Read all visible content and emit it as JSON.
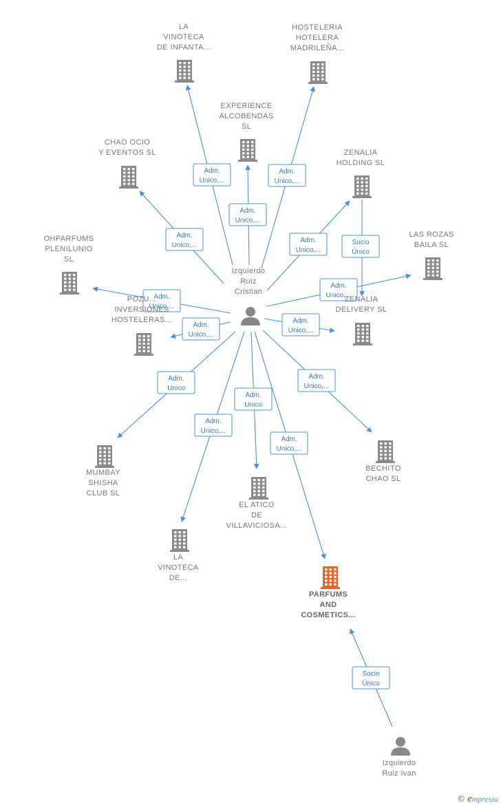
{
  "colors": {
    "edge": "#4a8fd9",
    "node": "#777777",
    "highlight": "#e8652a"
  },
  "nodes": [
    {
      "id": "izquierdo-ruiz-cristian",
      "type": "person",
      "lines": [
        "Izquierdo",
        "Ruiz",
        "Cristian"
      ]
    },
    {
      "id": "izquierdo-ruiz-ivan",
      "type": "person",
      "lines": [
        "Izquierdo",
        "Ruiz Ivan"
      ]
    },
    {
      "id": "la-vinoteca-de-infanta",
      "type": "company",
      "lines": [
        "LA",
        "VINOTECA",
        "DE INFANTA..."
      ]
    },
    {
      "id": "hosteleria-hotelera-madrilena",
      "type": "company",
      "lines": [
        "HOSTELERIA",
        "HOTELERA",
        "MADRILEÑA..."
      ]
    },
    {
      "id": "experience-alcobendas",
      "type": "company",
      "lines": [
        "EXPERIENCE",
        "ALCOBENDAS",
        "SL"
      ]
    },
    {
      "id": "chao-ocio-y-eventos",
      "type": "company",
      "lines": [
        "CHAO OCIO",
        "Y EVENTOS  SL"
      ]
    },
    {
      "id": "zenalia-holding",
      "type": "company",
      "lines": [
        "ZENALIA",
        "HOLDING  SL"
      ]
    },
    {
      "id": "las-rozas-baila",
      "type": "company",
      "lines": [
        "LAS ROZAS",
        "BAILA  SL"
      ]
    },
    {
      "id": "ohparfums-plenilunio",
      "type": "company",
      "lines": [
        "OHPARFUMS",
        "PLENILUNIO",
        "SL"
      ]
    },
    {
      "id": "pozu-inversiones-hosteleras",
      "type": "company",
      "lines": [
        "POZU...",
        "INVERSIONES",
        "HOSTELERAS..."
      ]
    },
    {
      "id": "zenalia-delivery",
      "type": "company",
      "lines": [
        "ZENALIA",
        "DELIVERY  SL"
      ]
    },
    {
      "id": "mumbay-shisha-club",
      "type": "company",
      "lines": [
        "MUMBAY",
        "SHISHA",
        "CLUB  SL"
      ]
    },
    {
      "id": "bechito-chao",
      "type": "company",
      "lines": [
        "BECHITO",
        "CHAO  SL"
      ]
    },
    {
      "id": "el-atico-de-villaviciosa",
      "type": "company",
      "lines": [
        "EL ATICO",
        "DE",
        "VILLAVICIOSA..."
      ]
    },
    {
      "id": "la-vinoteca-de",
      "type": "company",
      "lines": [
        "LA",
        "VINOTECA",
        "DE..."
      ]
    },
    {
      "id": "parfums-and-cosmetics",
      "type": "company",
      "highlight": true,
      "lines": [
        "PARFUMS",
        "AND",
        "COSMETICS..."
      ]
    }
  ],
  "edges": [
    {
      "id": "e-vinoteca-infanta",
      "lines": [
        "Adm.",
        "Unico,..."
      ]
    },
    {
      "id": "e-hosteleria",
      "lines": [
        "Adm.",
        "Unico,..."
      ]
    },
    {
      "id": "e-experience",
      "lines": [
        "Adm.",
        "Unico,..."
      ]
    },
    {
      "id": "e-chao-ocio",
      "lines": [
        "Adm.",
        "Unico,..."
      ]
    },
    {
      "id": "e-zenalia-holding",
      "lines": [
        "Adm.",
        "Unico,..."
      ]
    },
    {
      "id": "e-socio-zenalia",
      "lines": [
        "Socio",
        "Único"
      ]
    },
    {
      "id": "e-las-rozas",
      "lines": [
        "Adm.",
        "Unico,..."
      ]
    },
    {
      "id": "e-ohparfums",
      "lines": [
        "Adm.",
        "Unico,..."
      ]
    },
    {
      "id": "e-pozu",
      "lines": [
        "Adm.",
        "Unico,..."
      ]
    },
    {
      "id": "e-zenalia-delivery",
      "lines": [
        "Adm.",
        "Unico,..."
      ]
    },
    {
      "id": "e-mumbay",
      "lines": [
        "Adm.",
        "Unico"
      ]
    },
    {
      "id": "e-bechito",
      "lines": [
        "Adm.",
        "Unico,..."
      ]
    },
    {
      "id": "e-el-atico",
      "lines": [
        "Adm.",
        "Unico"
      ]
    },
    {
      "id": "e-la-vinoteca-de",
      "lines": [
        "Adm.",
        "Unico,..."
      ]
    },
    {
      "id": "e-parfums",
      "lines": [
        "Adm.",
        "Unico,..."
      ]
    },
    {
      "id": "e-socio-ivan",
      "lines": [
        "Socio",
        "Único"
      ]
    }
  ],
  "copyright": {
    "symbol": "©",
    "brand_initial": "e",
    "brand_rest": "mpresia"
  }
}
